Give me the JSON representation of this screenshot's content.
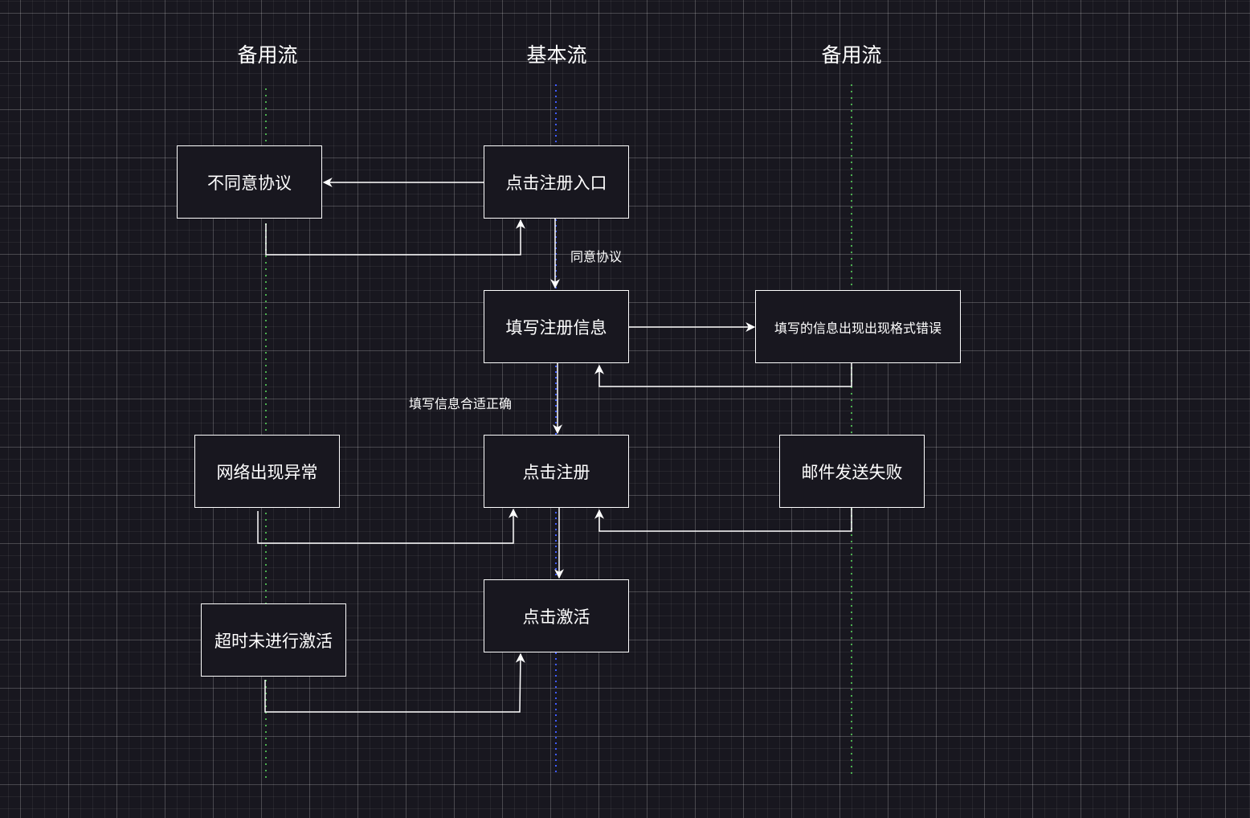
{
  "lanes": {
    "left": {
      "title": "备用流",
      "line_color": "#4caf50"
    },
    "center": {
      "title": "基本流",
      "line_color": "#3f5bff"
    },
    "right": {
      "title": "备用流",
      "line_color": "#4caf50"
    }
  },
  "nodes": {
    "disagree": "不同意协议",
    "click_register_entry": "点击注册入口",
    "fill_info": "填写注册信息",
    "format_error": "填写的信息出现出现格式错误",
    "network_error": "网络出现异常",
    "click_register": "点击注册",
    "mail_failed": "邮件发送失败",
    "timeout": "超时未进行激活",
    "click_activate": "点击激活"
  },
  "edge_labels": {
    "agree": "同意协议",
    "info_valid": "填写信息合适正确"
  },
  "colors": {
    "background": "#18171f",
    "stroke": "#ffffff"
  }
}
